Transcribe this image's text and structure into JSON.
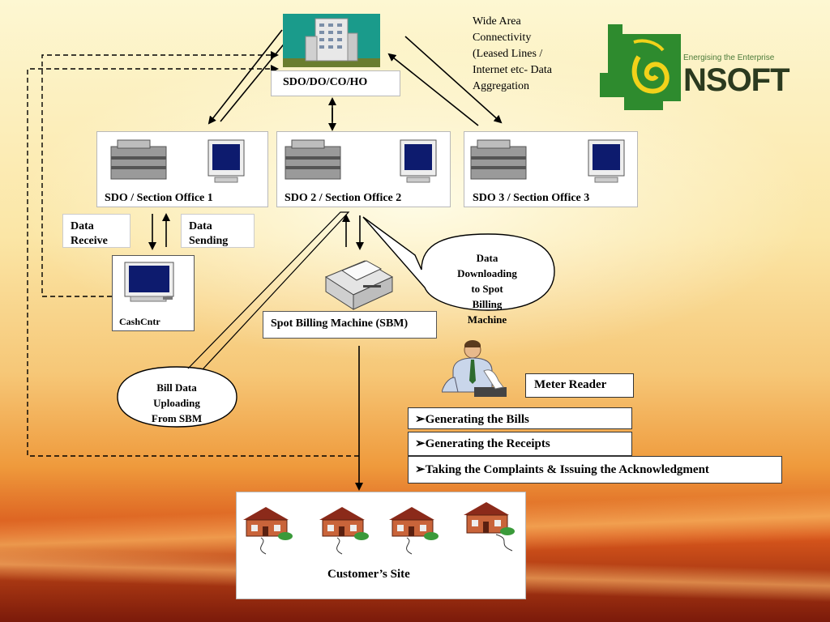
{
  "headquarters": {
    "label": "SDO/DO/CO/HO"
  },
  "wan_note": [
    "Wide Area",
    "Connectivity",
    "(Leased Lines /",
    "Internet etc- Data",
    "Aggregation"
  ],
  "logo": {
    "tagline": "Energising the Enterprise",
    "name": "NSOFT",
    "color": "#2e8b2e"
  },
  "offices": [
    {
      "label": "SDO / Section Office 1"
    },
    {
      "label": "SDO 2  / Section Office 2"
    },
    {
      "label": "SDO 3 / Section Office 3"
    }
  ],
  "data_receive": [
    "Data",
    "Receive"
  ],
  "data_sending": [
    "Data",
    "Sending"
  ],
  "cash_counter": {
    "label": "CashCntr"
  },
  "sbm": {
    "label": "Spot Billing Machine (SBM)"
  },
  "bubble_download": [
    "Data",
    "Downloading",
    "to Spot",
    "Billing",
    "Machine"
  ],
  "bubble_upload": [
    "Bill Data",
    "Uploading",
    "From SBM"
  ],
  "meter_reader": {
    "label": "Meter Reader"
  },
  "tasks": [
    "➢Generating the Bills",
    "➢Generating the Receipts",
    "➢Taking the Complaints & Issuing the Acknowledgment"
  ],
  "customer_site": {
    "label": "Customer’s Site"
  }
}
